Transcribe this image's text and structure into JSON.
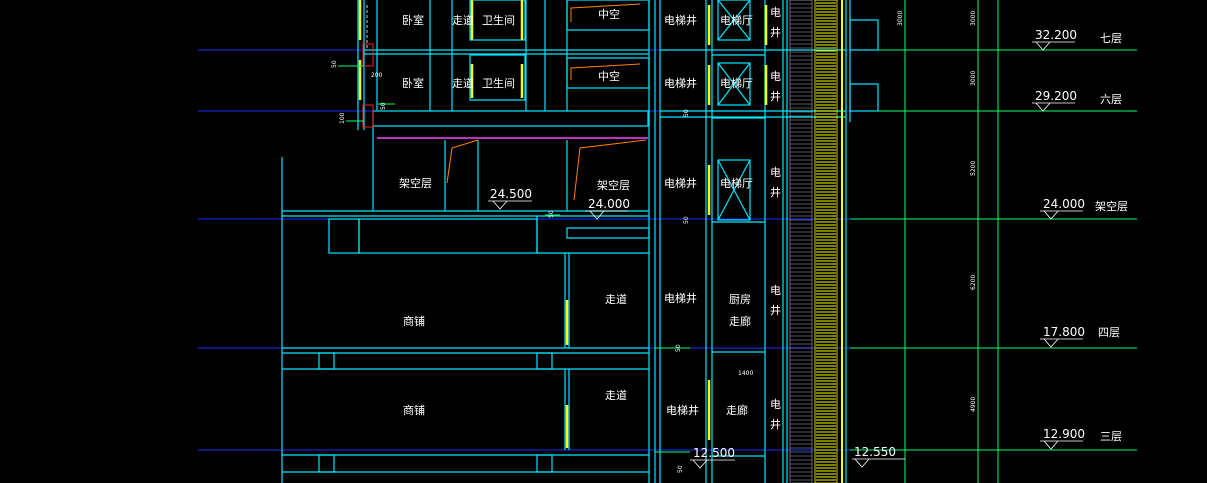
{
  "colors": {
    "background": "#000000",
    "structure": "#00e5ff",
    "grid": "#1a2cff",
    "level": "#00ff66",
    "text": "#ffffff",
    "yellow": "#ffff00",
    "orange": "#ff8000",
    "magenta": "#ff40ff",
    "red": "#ff2020"
  },
  "levels": [
    {
      "elev": "32.200",
      "name": "七层"
    },
    {
      "elev": "29.200",
      "name": "六层"
    },
    {
      "elev": "24.000",
      "name": "架空层"
    },
    {
      "elev": "17.800",
      "name": "四层"
    },
    {
      "elev": "12.900",
      "name": "三层"
    }
  ],
  "storey_dims": [
    "3000",
    "3000",
    "5200",
    "6200",
    "4900"
  ],
  "elevations": {
    "e245": "24.500",
    "e240": "24.000",
    "e125": "12.500",
    "e1255": "12.550"
  },
  "rooms": {
    "bedroom": "卧室",
    "corridor": "走道",
    "bathroom": "卫生间",
    "atrium": "中空",
    "elevator_shaft": "电梯井",
    "elevator_hall": "电梯厅",
    "elec_1": "电",
    "elec_2": "井",
    "piloti": "架空层",
    "shop": "商铺",
    "kitchen": "厨房",
    "hallway": "走廊",
    "walkway": "走廊"
  },
  "small_dims": {
    "d3000": "3000",
    "d1400": "1400",
    "d50": "50",
    "d200": "200",
    "d100": "100"
  }
}
